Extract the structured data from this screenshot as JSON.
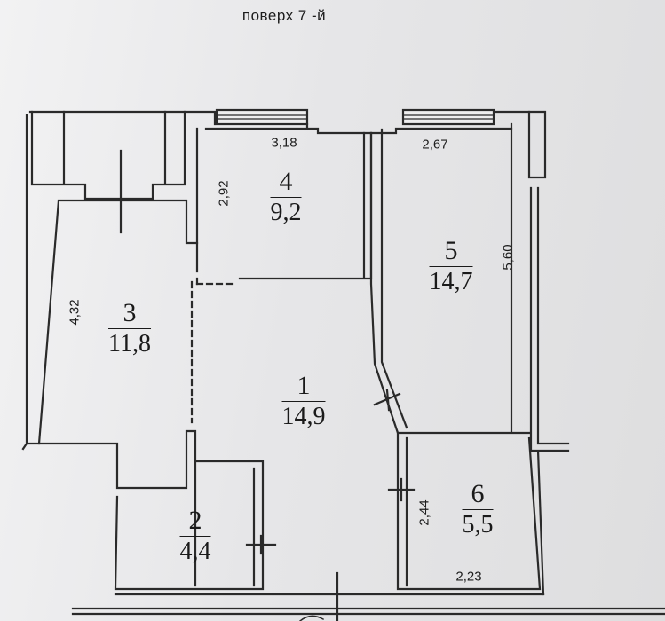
{
  "floor_label": "поверх  7 -й",
  "rooms": [
    {
      "number": "1",
      "area": "14,9"
    },
    {
      "number": "2",
      "area": "4,4"
    },
    {
      "number": "3",
      "area": "11,8"
    },
    {
      "number": "4",
      "area": "9,2"
    },
    {
      "number": "5",
      "area": "14,7"
    },
    {
      "number": "6",
      "area": "5,5"
    }
  ],
  "dimensions": {
    "room4_width": "3,18",
    "room4_height": "2,92",
    "room5_width": "2,67",
    "room5_length": "5,60",
    "room3_length": "4,32",
    "room6_height": "2,44",
    "room6_width": "2,23"
  }
}
